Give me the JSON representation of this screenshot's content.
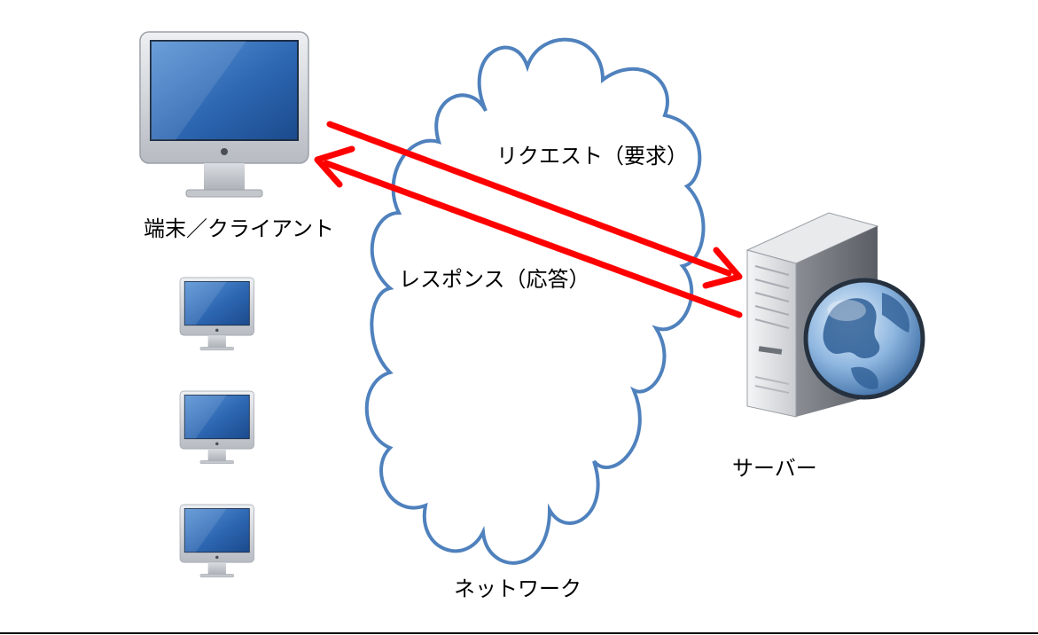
{
  "diagram": {
    "client_label": "端末／クライアント",
    "request_label": "リクエスト（要求）",
    "response_label": "レスポンス（応答）",
    "server_label": "サーバー",
    "network_label": "ネットワーク"
  },
  "colors": {
    "arrow": "#ff0000",
    "cloud_stroke": "#4f81bd",
    "screen": "#2f6fbd",
    "frame": "#c9ccd1"
  },
  "icons": {
    "client_main": "monitor-icon",
    "clients_small": [
      "monitor-icon",
      "monitor-icon",
      "monitor-icon"
    ],
    "server": "server-tower-icon",
    "globe": "globe-icon",
    "cloud": "cloud-icon"
  }
}
